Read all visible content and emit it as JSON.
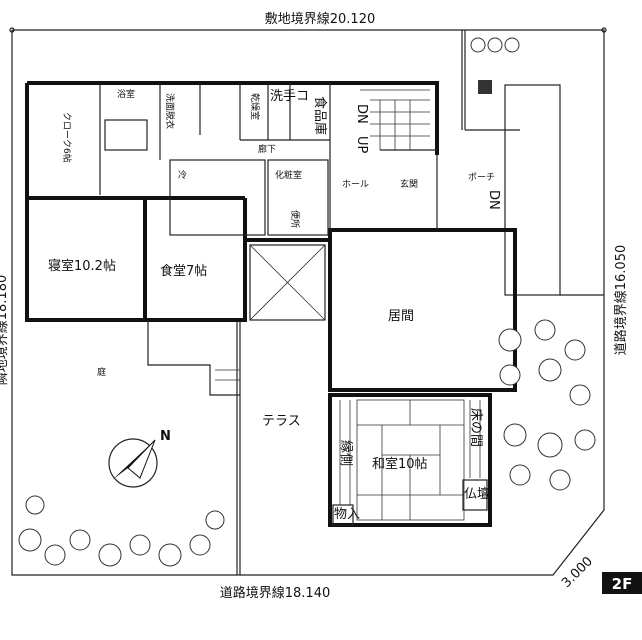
{
  "title": "2F",
  "boundaries": {
    "top": "敷地境界線20.120",
    "bottom": "道路境界線18.140",
    "right": "道路境界線16.050",
    "left": "隣地境界線18.180",
    "corner": "3.000"
  },
  "rooms": {
    "cloak": "クローク6帖",
    "bath": "浴室",
    "washroom": "洗面脱衣",
    "drying": "乾燥室",
    "handwash": "洗手コ",
    "pantry": "食品庫",
    "hallway": "廊下",
    "fridge": "冷",
    "powder": "化粧室",
    "toilet": "便所",
    "hall": "ホール",
    "entrance": "玄関",
    "porch": "ポーチ",
    "bedroom": "寝室10.2帖",
    "dining": "食堂7帖",
    "living": "居間",
    "garden": "庭",
    "terrace": "テラス",
    "japanese": "和室10帖",
    "engawa": "縁側",
    "tokonoma": "床の間",
    "butsudan": "仏壇",
    "closet": "物入"
  },
  "stairs": {
    "down": "DN",
    "up": "UP",
    "porch_down": "DN"
  },
  "north": "N"
}
